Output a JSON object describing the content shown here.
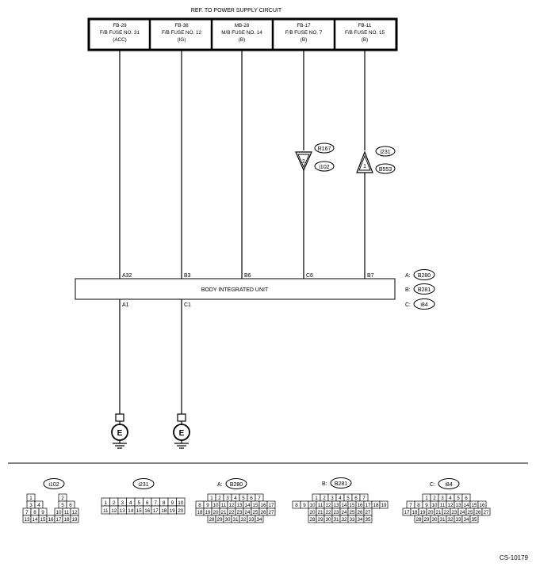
{
  "header": {
    "title": "REF. TO POWER SUPPLY CIRCUIT"
  },
  "fuses": [
    {
      "id": "FB-29",
      "name": "F/B FUSE NO. 31",
      "note": "(ACC)"
    },
    {
      "id": "FB-38",
      "name": "F/B FUSE NO. 12",
      "note": "(IG)"
    },
    {
      "id": "MB-28",
      "name": "M/B FUSE NO. 14",
      "note": "(B)"
    },
    {
      "id": "FB-17",
      "name": "F/B FUSE NO. 7",
      "note": "(B)"
    },
    {
      "id": "FB-11",
      "name": "F/B FUSE NO. 15",
      "note": "(B)"
    }
  ],
  "inline_connectors": {
    "down": {
      "pin": "2",
      "tags": [
        "R167",
        "i102"
      ]
    },
    "up": {
      "pin": "1",
      "tags": [
        "i231",
        "B553"
      ]
    }
  },
  "unit": {
    "label": "BODY INTEGRATED UNIT",
    "top_pins": [
      "A32",
      "B3",
      "B6",
      "C6",
      "B7"
    ],
    "bottom_pins": [
      "A1",
      "C1"
    ],
    "connectors": [
      {
        "prefix": "A:",
        "tag": "B280"
      },
      {
        "prefix": "B:",
        "tag": "B281"
      },
      {
        "prefix": "C:",
        "tag": "i84"
      }
    ]
  },
  "ground_label": "E",
  "pinouts": [
    {
      "tag": "i102",
      "prefix": "",
      "rows": [
        [
          "1",
          "",
          "",
          "",
          "2",
          ""
        ],
        [
          "3",
          "4",
          "",
          "",
          "5",
          "6"
        ],
        [
          "7",
          "8",
          "9",
          "",
          "10",
          "11",
          "12"
        ],
        [
          "13",
          "14",
          "15",
          "16",
          "17",
          "18",
          "19"
        ]
      ]
    },
    {
      "tag": "i231",
      "prefix": "",
      "rows": [
        [
          "1",
          "2",
          "3",
          "4",
          "5",
          "6",
          "7",
          "8",
          "9",
          "10"
        ],
        [
          "11",
          "12",
          "13",
          "14",
          "15",
          "16",
          "17",
          "18",
          "19",
          "20"
        ]
      ]
    },
    {
      "tag": "B280",
      "prefix": "A:",
      "rows": [
        [
          "1",
          "2",
          "3",
          "4",
          "5",
          "6",
          "7"
        ],
        [
          "8",
          "9",
          "10",
          "11",
          "12",
          "13",
          "14",
          "15",
          "16",
          "17"
        ],
        [
          "18",
          "19",
          "20",
          "21",
          "22",
          "23",
          "24",
          "25",
          "26",
          "27"
        ],
        [
          "28",
          "29",
          "30",
          "31",
          "32",
          "33",
          "34"
        ]
      ]
    },
    {
      "tag": "B281",
      "prefix": "B:",
      "rows": [
        [
          "1",
          "2",
          "3",
          "4",
          "5",
          "6",
          "7"
        ],
        [
          "8",
          "9",
          "10",
          "11",
          "12",
          "13",
          "14",
          "15",
          "16",
          "17",
          "18",
          "19"
        ],
        [
          "20",
          "21",
          "22",
          "23",
          "24",
          "25",
          "26",
          "27"
        ],
        [
          "28",
          "29",
          "30",
          "31",
          "32",
          "33",
          "34",
          "35"
        ]
      ]
    },
    {
      "tag": "i84",
      "prefix": "C:",
      "rows": [
        [
          "1",
          "2",
          "3",
          "4",
          "5",
          "6"
        ],
        [
          "7",
          "8",
          "9",
          "10",
          "11",
          "12",
          "13",
          "14",
          "15",
          "16"
        ],
        [
          "17",
          "18",
          "19",
          "20",
          "21",
          "22",
          "23",
          "24",
          "25",
          "26",
          "27"
        ],
        [
          "28",
          "29",
          "30",
          "31",
          "32",
          "33",
          "34",
          "35"
        ]
      ]
    }
  ],
  "footer": {
    "code": "CS-10179"
  }
}
